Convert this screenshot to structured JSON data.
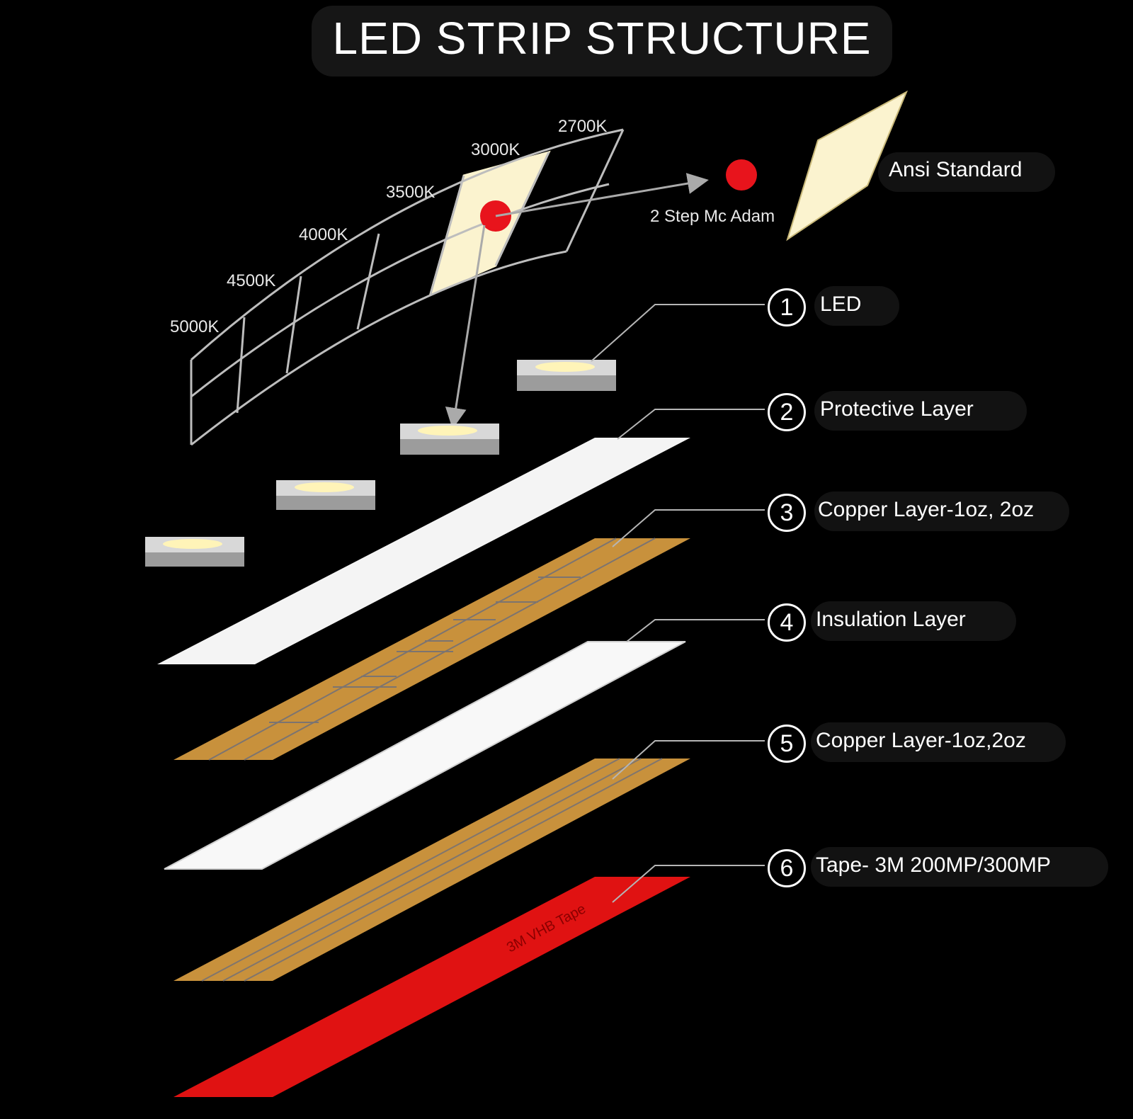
{
  "title": "LED STRIP STRUCTURE",
  "cct_labels": [
    "5000K",
    "4500K",
    "4000K",
    "3500K",
    "3000K",
    "2700K"
  ],
  "macadam_label": "2 Step Mc Adam",
  "ansi_label": "Ansi Standard",
  "layers": [
    {
      "number": "1",
      "label": "LED"
    },
    {
      "number": "2",
      "label": "Protective Layer"
    },
    {
      "number": "3",
      "label": "Copper Layer-1oz, 2oz"
    },
    {
      "number": "4",
      "label": "Insulation Layer"
    },
    {
      "number": "5",
      "label": "Copper Layer-1oz,2oz"
    },
    {
      "number": "6",
      "label": "Tape- 3M 200MP/300MP"
    }
  ],
  "tape_print": "3M VHB Tape",
  "colors": {
    "background": "#000000",
    "highlight_bin": "#fbf3cf",
    "red_dot": "#e8141c",
    "copper": "#c8913c",
    "tape": "#e01212",
    "layer_white": "#f4f4f4"
  }
}
